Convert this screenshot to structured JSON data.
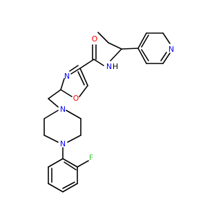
{
  "molecule": {
    "atom_labels": {
      "carbonyl_oxygen": "O",
      "amide_nitrogen": "N",
      "amide_hydrogen": "H",
      "oxazole_nitrogen": "N",
      "oxazole_oxygen": "O",
      "pyridine_nitrogen": "N",
      "piperazine_nitrogen_top": "N",
      "piperazine_nitrogen_bottom": "N",
      "fluorine": "F"
    },
    "colors": {
      "bond": "#000000",
      "oxygen": "#ff0000",
      "nitrogen": "#0000ff",
      "fluorine": "#33cc33",
      "hydrogen": "#000000"
    }
  }
}
